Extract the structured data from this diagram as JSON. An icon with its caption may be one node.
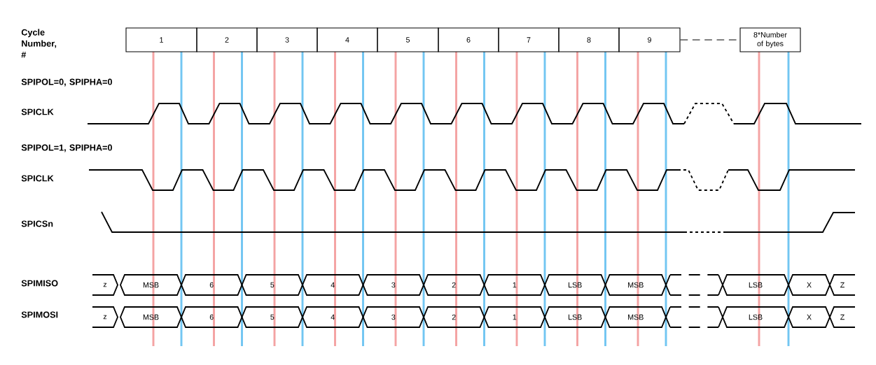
{
  "diagram": {
    "nodes": [
      {
        "text": [
          "1"
        ]
      },
      {
        "text": [
          "2"
        ]
      },
      {
        "text": [
          "3"
        ]
      },
      {
        "text": [
          "4"
        ]
      },
      {
        "text": [
          "5"
        ]
      },
      {
        "text": [
          "6"
        ]
      },
      {
        "text": [
          "7"
        ]
      },
      {
        "text": [
          "8"
        ]
      },
      {
        "text": [
          "9"
        ]
      },
      {
        "text": [
          "8*Number of bytes"
        ]
      },
      {
        "text": [
          "z"
        ]
      },
      {
        "text": [
          "MSB"
        ]
      },
      {
        "text": [
          "6"
        ]
      },
      {
        "text": [
          "5"
        ]
      },
      {
        "text": [
          "4"
        ]
      },
      {
        "text": [
          "3"
        ]
      },
      {
        "text": [
          "2"
        ]
      },
      {
        "text": [
          "1"
        ]
      },
      {
        "text": [
          "LSB"
        ]
      },
      {
        "text": [
          "MSB"
        ]
      },
      {
        "text": [
          "LSB"
        ]
      },
      {
        "text": [
          "X"
        ]
      },
      {
        "text": [
          "Z"
        ]
      },
      {
        "text": [
          "z"
        ]
      },
      {
        "text": [
          "MSB"
        ]
      },
      {
        "text": [
          "6"
        ]
      },
      {
        "text": [
          "5"
        ]
      },
      {
        "text": [
          "4"
        ]
      },
      {
        "text": [
          "3"
        ]
      },
      {
        "text": [
          "2"
        ]
      },
      {
        "text": [
          "1"
        ]
      },
      {
        "text": [
          "LSB"
        ]
      },
      {
        "text": [
          "MSB"
        ]
      },
      {
        "text": [
          "LSB"
        ]
      },
      {
        "text": [
          "X"
        ]
      },
      {
        "text": [
          "Z"
        ]
      }
    ],
    "edges": [
      {
        "from": 8,
        "to": 9,
        "arrow": "none",
        "style": "dashed"
      }
    ],
    "labels": [
      "Cycle Number, #",
      "SPIPOL=0, SPIPHA=0",
      "SPICLK",
      "SPIPOL=1, SPIPHA=0",
      "SPICLK",
      "SPICSn",
      "SPIMISO",
      "SPIMOSI"
    ]
  }
}
